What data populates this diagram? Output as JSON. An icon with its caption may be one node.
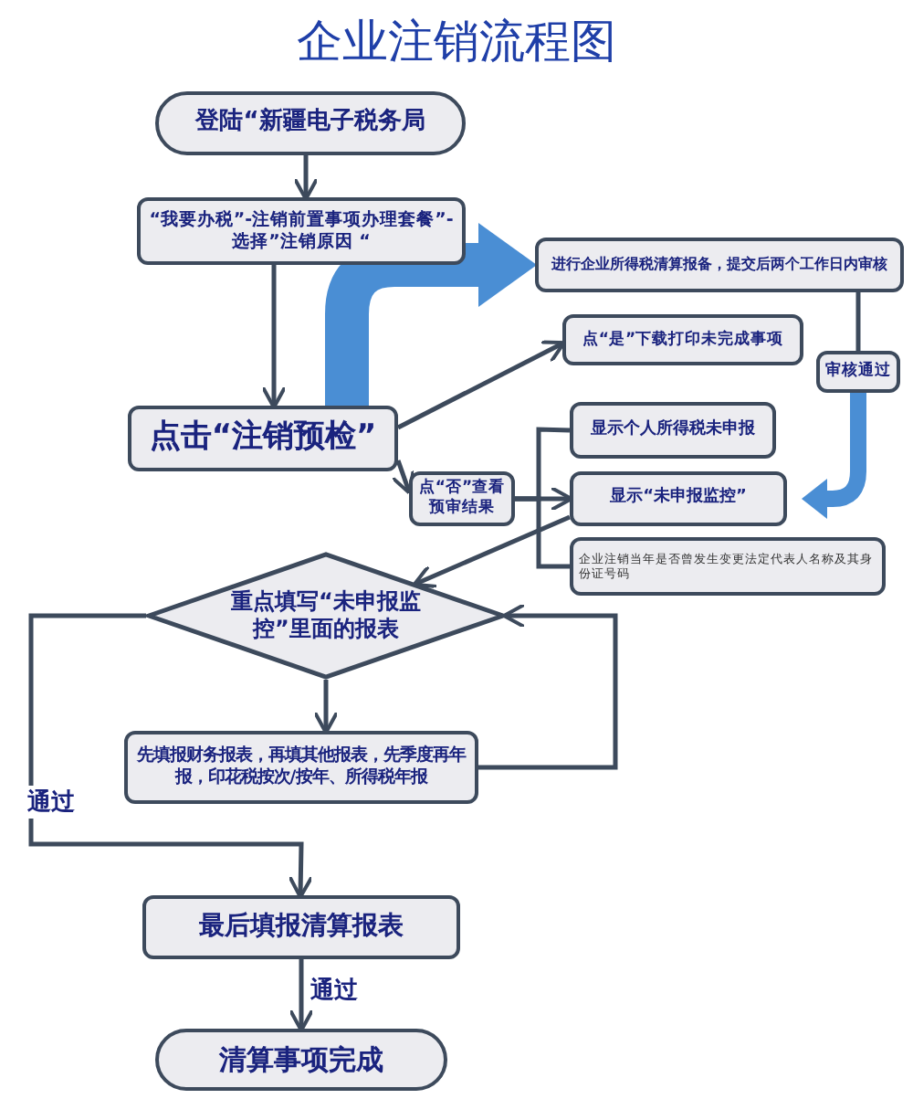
{
  "diagram": {
    "title": "企业注销流程图",
    "nodes": [
      {
        "text": [
          "登陆“新疆电子税务局"
        ]
      },
      {
        "text": [
          "“我要办税”-注销前置事项办理套餐”-选择”注销原因 “"
        ]
      },
      {
        "text": [
          "点击“注销预检”"
        ]
      },
      {
        "text": [
          "进行企业所得税清算报备，提交后两个工作日内审核"
        ]
      },
      {
        "text": [
          "点“是”下载打印未完成事项"
        ]
      },
      {
        "text": [
          "审核通过"
        ]
      },
      {
        "text": [
          "点“否”查看预审结果"
        ]
      },
      {
        "text": [
          "显示个人所得税未申报"
        ]
      },
      {
        "text": [
          "显示“未申报监控”"
        ]
      },
      {
        "text": [
          "企业注销当年是否曾发生变更法定代表人名称及其身份证号码"
        ]
      },
      {
        "text": [
          "重点填写“未申报监控”里面的报表"
        ]
      },
      {
        "text": [
          "先填报财务报表，再填其他报表，先季度再年报，印花税按次/按年、所得税年报"
        ]
      },
      {
        "text": [
          "最后填报清算报表"
        ]
      },
      {
        "text": [
          "清算事项完成"
        ]
      }
    ],
    "edges": [
      {
        "from": 0,
        "to": 1,
        "arrow": "to"
      },
      {
        "from": 1,
        "to": 2,
        "arrow": "to"
      },
      {
        "from": 2,
        "to": 3,
        "arrow": "to",
        "style": "thick",
        "color": "#4a8ed4"
      },
      {
        "from": 2,
        "to": 4,
        "arrow": "to"
      },
      {
        "from": 3,
        "to": 5,
        "arrow": "none"
      },
      {
        "from": 5,
        "to": 8,
        "arrow": "to",
        "style": "thick",
        "color": "#4a8ed4"
      },
      {
        "from": 2,
        "to": 6,
        "arrow": "to"
      },
      {
        "from": 6,
        "to": 7,
        "arrow": "none"
      },
      {
        "from": 6,
        "to": 8,
        "arrow": "to"
      },
      {
        "from": 6,
        "to": 9,
        "arrow": "none"
      },
      {
        "from": 8,
        "to": 10,
        "arrow": "to"
      },
      {
        "from": 10,
        "to": 11,
        "arrow": "to"
      },
      {
        "from": 11,
        "to": 10,
        "arrow": "to"
      },
      {
        "from": 10,
        "to": 12,
        "arrow": "to",
        "label": "通过"
      },
      {
        "from": 12,
        "to": 13,
        "arrow": "to",
        "label": "通过"
      }
    ]
  }
}
